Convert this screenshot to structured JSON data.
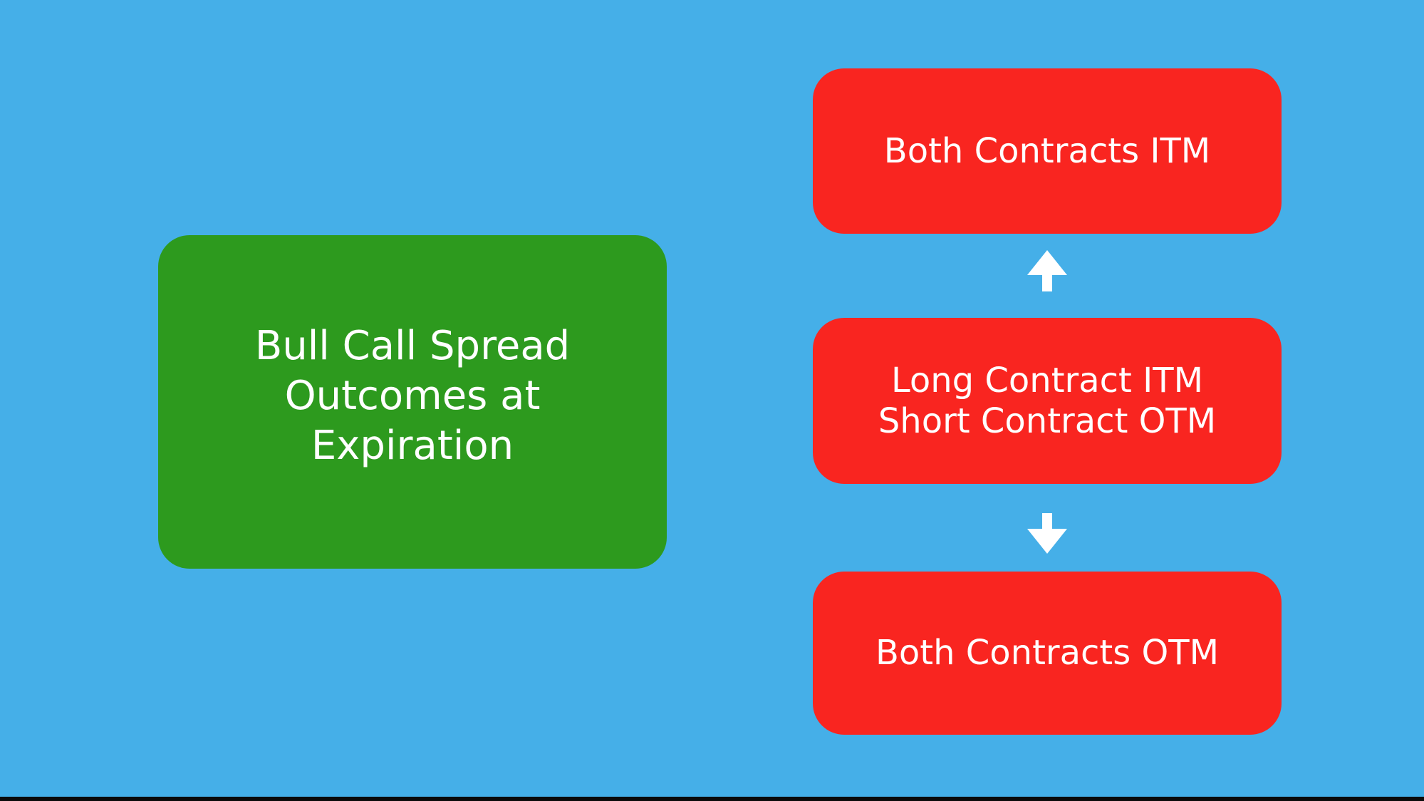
{
  "diagram": {
    "background_color": "#45AFE8",
    "text_color": "#FFFFFF",
    "bottom_bar_color": "#0A0A0A",
    "title_box": {
      "label": "Bull Call Spread\nOutcomes at\nExpiration",
      "color": "#2D9A1E"
    },
    "outcome_boxes": [
      {
        "label": "Both Contracts ITM",
        "color": "#F92520"
      },
      {
        "label": "Long Contract ITM\nShort Contract OTM",
        "color": "#F92520"
      },
      {
        "label": "Both Contracts OTM",
        "color": "#F92520"
      }
    ],
    "arrows": [
      {
        "name": "up-arrow",
        "direction": "up",
        "color": "#FFFFFF"
      },
      {
        "name": "down-arrow",
        "direction": "down",
        "color": "#FFFFFF"
      }
    ]
  }
}
